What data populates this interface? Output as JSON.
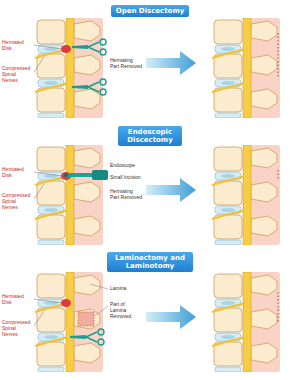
{
  "diagram": {
    "nodes": [
      {
        "text": [
          "Open Discectomy"
        ]
      },
      {
        "text": [
          "Endoscopic Discectomy"
        ]
      },
      {
        "text": [
          "Laminectomy and Laminotomy"
        ]
      }
    ],
    "labels": [
      "Herniated Disk",
      "Compressed Spinal Nerves",
      "Herniating Part Removed",
      "Herniated Disk",
      "Compressed Spinal Nerves",
      "Endoscope",
      "Small Incision",
      "Herniating Part Removed",
      "Herniated Disk",
      "Compressed Spinal Nerves",
      "Lamina",
      "Part of Lamina Removed"
    ]
  }
}
